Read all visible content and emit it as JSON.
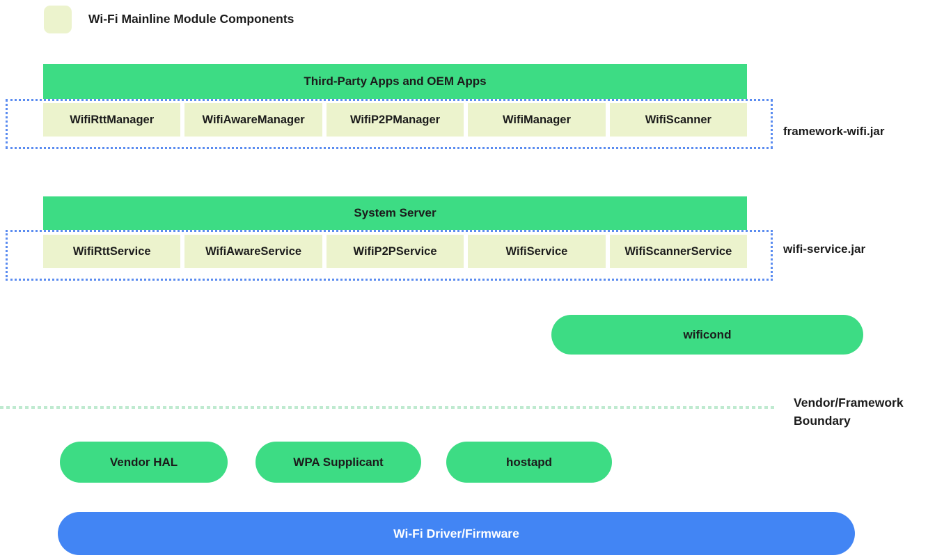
{
  "colors": {
    "green": "#3ddc84",
    "pale": "#ecf3cd",
    "blue": "#4285f4",
    "dotted_border": "#5b8cf0",
    "boundary_dash": "#bfead0",
    "text_dark": "#1b1b1b",
    "text_light": "#ffffff"
  },
  "legend": {
    "title": "Wi-Fi Mainline Module Components",
    "swatch_color": "#ecf3cd"
  },
  "framework_group": {
    "header": "Third-Party Apps and OEM Apps",
    "items": [
      "WifiRttManager",
      "WifiAwareManager",
      "WifiP2PManager",
      "WifiManager",
      "WifiScanner"
    ],
    "label": "framework-wifi.jar"
  },
  "system_group": {
    "header": "System Server",
    "items": [
      "WifiRttService",
      "WifiAwareService",
      "WifiP2PService",
      "WifiService",
      "WifiScannerService"
    ],
    "label": "wifi-service.jar"
  },
  "wificond": {
    "label": "wificond"
  },
  "boundary": {
    "label": "Vendor/Framework Boundary"
  },
  "vendor_pills": [
    "Vendor HAL",
    "WPA Supplicant",
    "hostapd"
  ],
  "driver_bar": {
    "label": "Wi-Fi Driver/Firmware"
  }
}
